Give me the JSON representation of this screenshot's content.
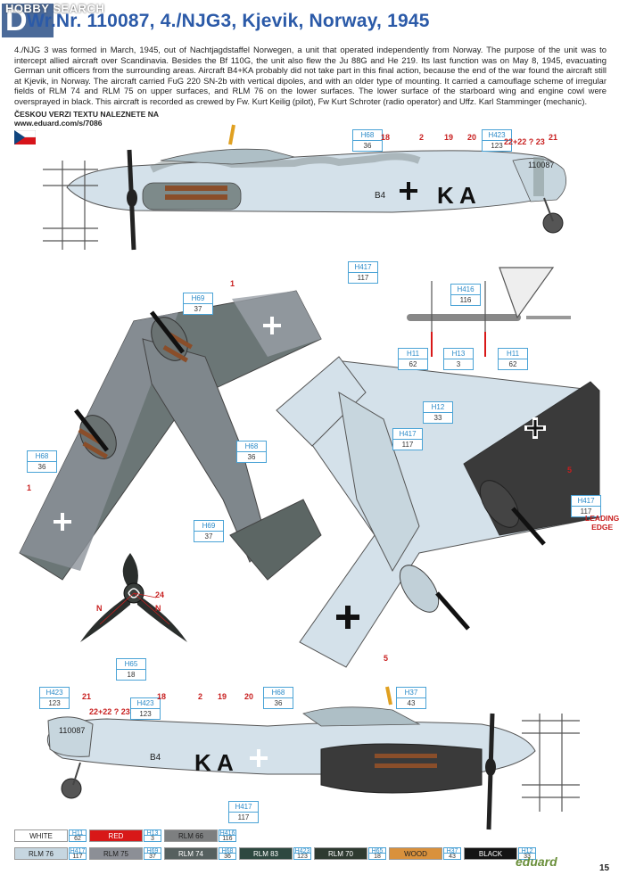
{
  "header": {
    "letter": "D",
    "watermark": "HOBBY SEARCH",
    "title": "Wr.Nr. 110087, 4./NJG3, Kjevik, Norway, 1945"
  },
  "intro": "4./NJG 3 was formed in March, 1945, out of Nachtjagdstaffel Norwegen, a unit that operated independently from Norway. The purpose of the unit was to intercept allied aircraft over Scandinavia. Besides the Bf 110G, the unit also flew the Ju 88G and He 219. Its last function was on May 8, 1945, evacuating German unit officers from the surrounding areas. Aircraft B4+KA probably did not take part in this final action, because the end of the war found the aircraft still at Kjevik, in Norway. The aircraft carried FuG 220 SN-2b with vertical dipoles, and with an older type of mounting. It carried a camouflage scheme of irregular fields of RLM 74 and RLM 75 on upper surfaces, and RLM 76 on the lower surfaces. The lower surface of the starboard wing and engine cowl were oversprayed in black. This aircraft is recorded as crewed by Fw. Kurt Keilig (pilot), Fw Kurt Schroter (radio operator) and Uffz. Karl Stamminger (mechanic).",
  "czech_note": {
    "line1": "ČESKOU VERZI TEXTU NALEZNETE NA",
    "line2": "www.eduard.com/s/7086"
  },
  "side_top": {
    "codes": {
      "unit": "B4",
      "letters": "K A",
      "werknr": "110087"
    },
    "callouts": [
      {
        "code": "H68",
        "value": "36"
      },
      {
        "code": "H423",
        "value": "123"
      },
      {
        "code": "H417",
        "value": "117"
      }
    ],
    "numbers": [
      "18",
      "2",
      "19",
      "20",
      "22+22 ? 23",
      "21"
    ]
  },
  "antenna_detail": {
    "callouts": [
      {
        "code": "H416",
        "value": "116"
      },
      {
        "code": "H11",
        "value": "62"
      },
      {
        "code": "H13",
        "value": "3"
      },
      {
        "code": "H11",
        "value": "62"
      }
    ]
  },
  "top_view": {
    "callouts": [
      {
        "code": "H69",
        "value": "37"
      },
      {
        "code": "H68",
        "value": "36"
      },
      {
        "code": "H68",
        "value": "36"
      },
      {
        "code": "H69",
        "value": "37"
      }
    ],
    "numbers": [
      "1",
      "1"
    ]
  },
  "bottom_view": {
    "callouts": [
      {
        "code": "H417",
        "value": "117"
      },
      {
        "code": "H12",
        "value": "33"
      },
      {
        "code": "H417",
        "value": "117"
      }
    ],
    "numbers": [
      "5",
      "5"
    ],
    "leading_edge": [
      "LEADING",
      "EDGE"
    ]
  },
  "prop_detail": {
    "callouts": [
      {
        "code": "H65",
        "value": "18"
      }
    ],
    "labels": [
      "N",
      "24",
      "N"
    ]
  },
  "side_bottom": {
    "codes": {
      "unit": "B4",
      "letters": "K A",
      "werknr": "110087"
    },
    "callouts": [
      {
        "code": "H423",
        "value": "123"
      },
      {
        "code": "H423",
        "value": "123"
      },
      {
        "code": "H68",
        "value": "36"
      },
      {
        "code": "H37",
        "value": "43"
      },
      {
        "code": "H417",
        "value": "117"
      }
    ],
    "numbers": [
      "21",
      "22+22 ? 23",
      "18",
      "2",
      "19",
      "20"
    ]
  },
  "legend": [
    {
      "name": "WHITE",
      "code": "H11",
      "value": "62",
      "color": "#ffffff",
      "text": "#222222"
    },
    {
      "name": "RED",
      "code": "H13",
      "value": "3",
      "color": "#d81818",
      "text": "#ffffff"
    },
    {
      "name": "RLM 66",
      "code": "H416",
      "value": "116",
      "color": "#7d7f80",
      "text": "#222222"
    },
    {
      "name": "RLM 76",
      "code": "H417",
      "value": "117",
      "color": "#c6d6e0",
      "text": "#222222"
    },
    {
      "name": "RLM 75",
      "code": "H69",
      "value": "37",
      "color": "#8c8f96",
      "text": "#222222"
    },
    {
      "name": "RLM 74",
      "code": "H68",
      "value": "36",
      "color": "#56605f",
      "text": "#ffffff"
    },
    {
      "name": "RLM 83",
      "code": "H423",
      "value": "123",
      "color": "#2e4840",
      "text": "#ffffff"
    },
    {
      "name": "RLM 70",
      "code": "H65",
      "value": "18",
      "color": "#2e3a30",
      "text": "#ffffff"
    },
    {
      "name": "WOOD",
      "code": "H37",
      "value": "43",
      "color": "#d9913c",
      "text": "#222222"
    },
    {
      "name": "BLACK",
      "code": "H12",
      "value": "33",
      "color": "#141414",
      "text": "#ffffff"
    }
  ],
  "footer": {
    "brand": "eduard",
    "page": "15"
  }
}
